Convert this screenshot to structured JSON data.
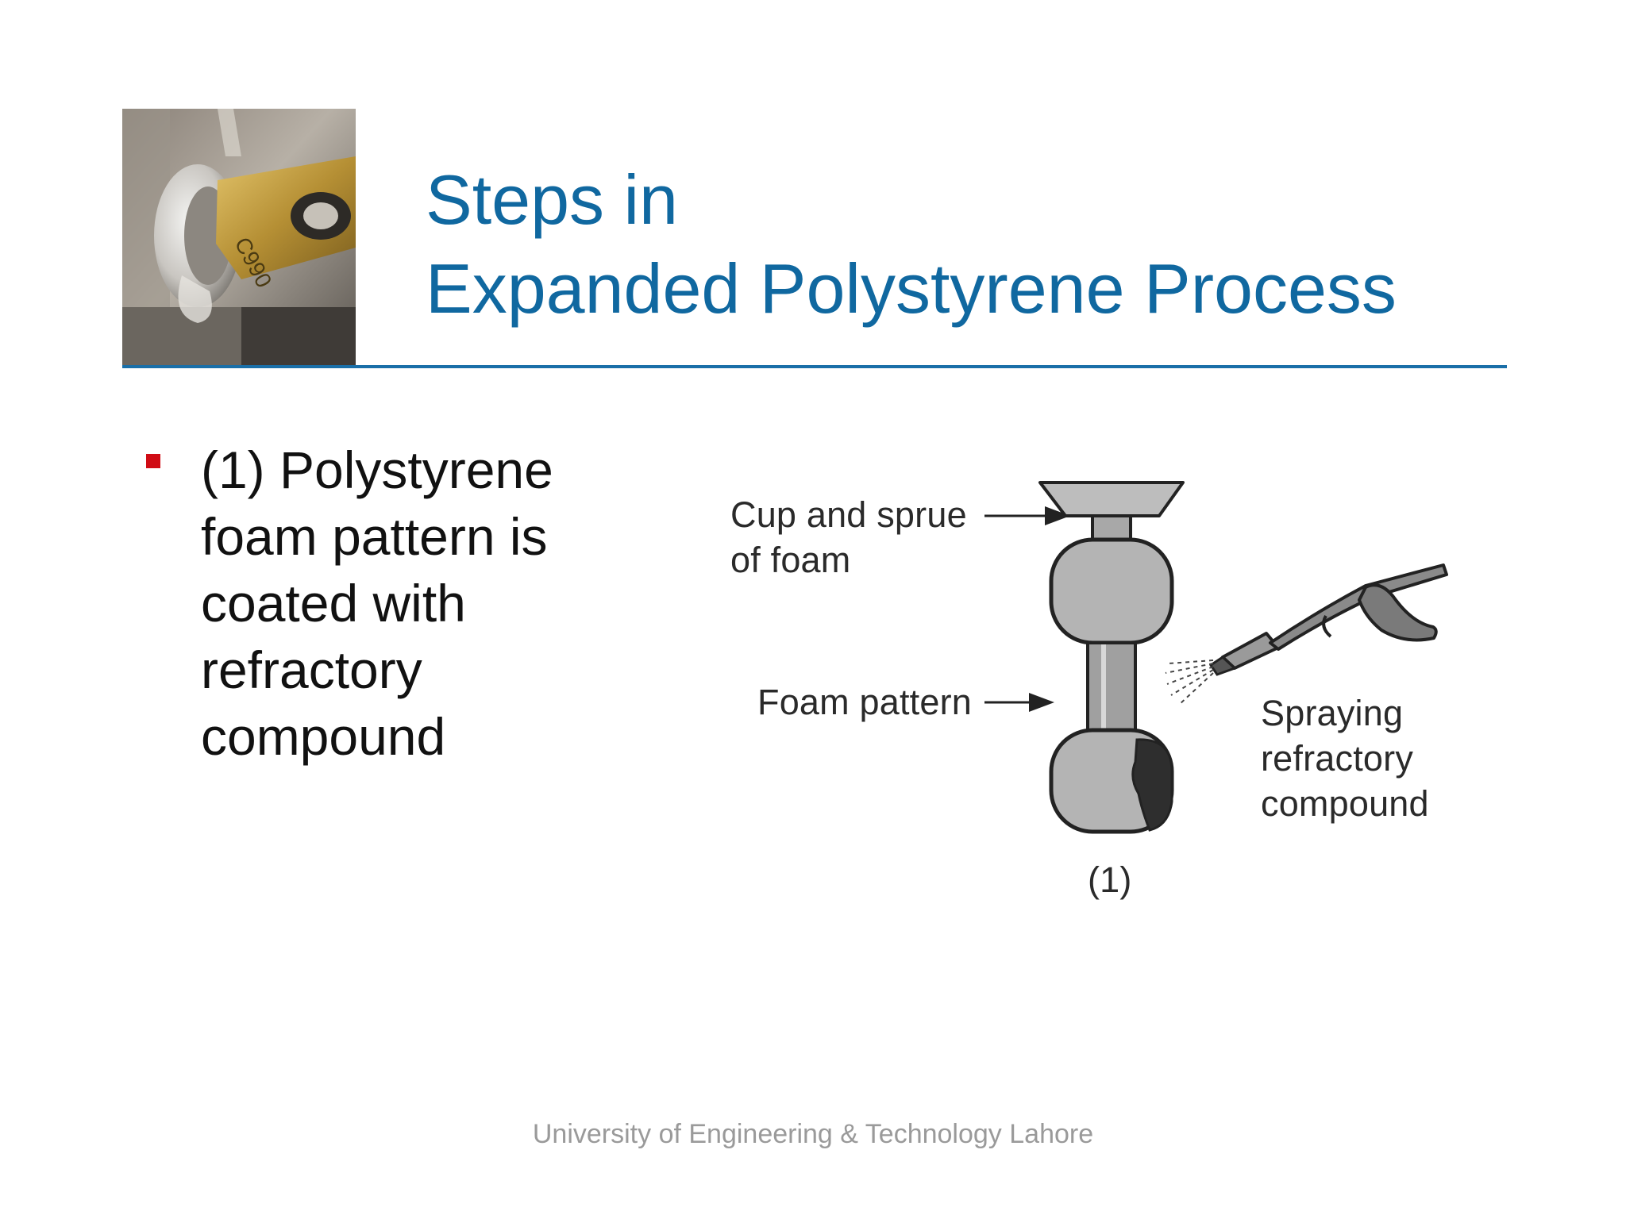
{
  "slide": {
    "title_line1": "Steps in",
    "title_line2": "Expanded Polystyrene Process",
    "bullet": "(1) Polystyrene foam pattern is coated with refractory compound",
    "footer": "University of Engineering & Technology Lahore"
  },
  "figure": {
    "label_cup_line1": "Cup and sprue",
    "label_cup_line2": "of foam",
    "label_pattern": "Foam pattern",
    "label_spray_line1": "Spraying",
    "label_spray_line2": "refractory",
    "label_spray_line3": "compound",
    "caption": "(1)"
  },
  "colors": {
    "title": "#1068a0",
    "rule": "#1a6fa8",
    "bullet": "#d00c15",
    "footer": "#9a9a9a"
  },
  "icons": {
    "header_photo": "cutting-tool-insert-photo",
    "bullet_marker": "square-bullet-icon"
  }
}
